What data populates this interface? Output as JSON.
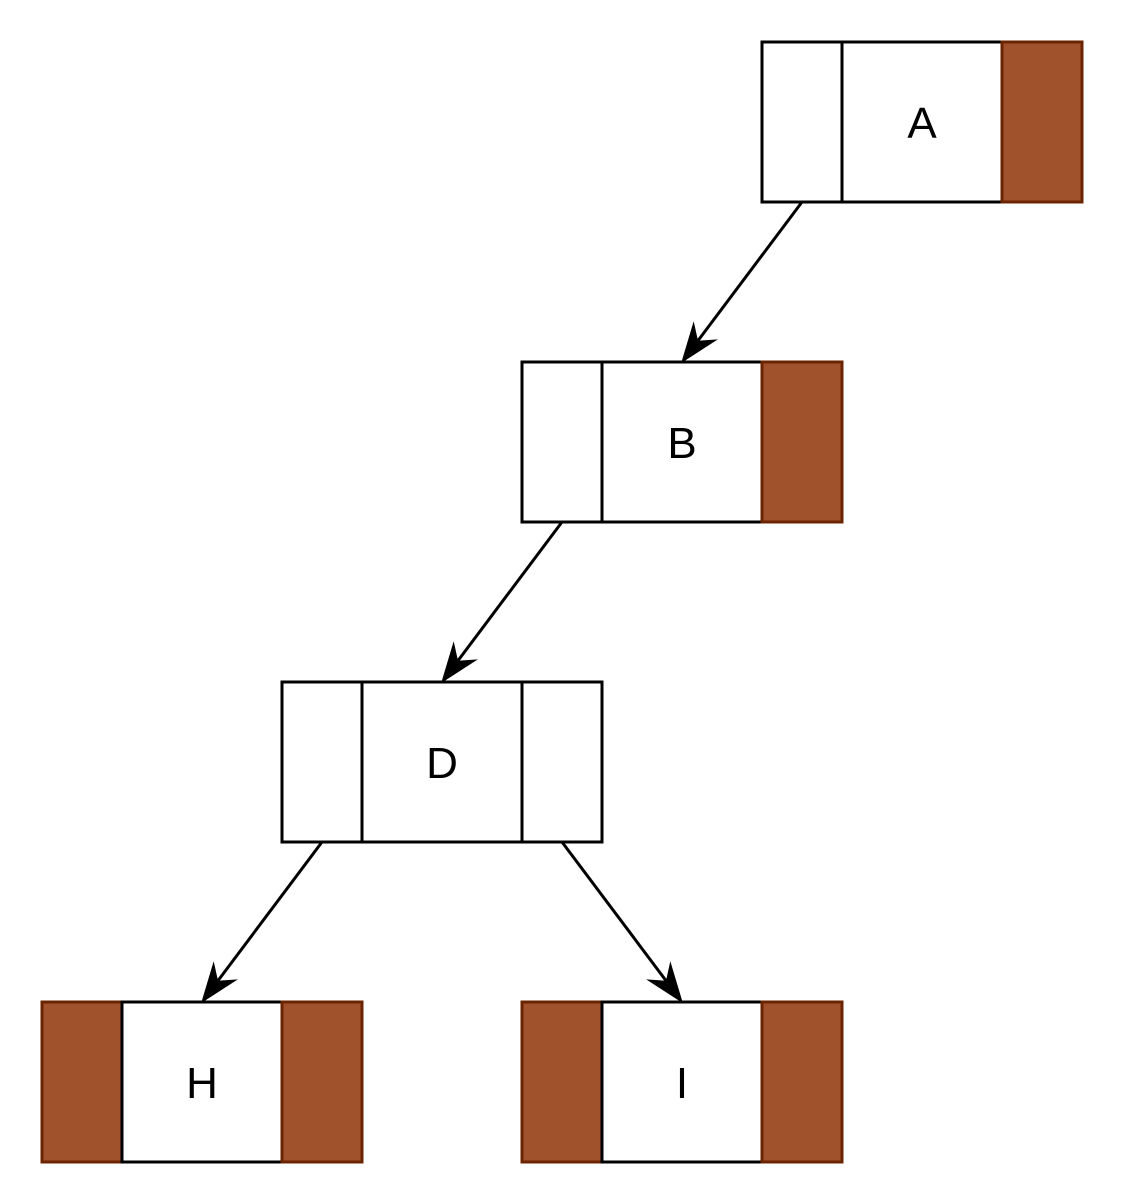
{
  "colors": {
    "null_fill": "#a0522d",
    "null_stroke": "#6b2400",
    "empty_fill": "#ffffff",
    "node_stroke": "#000000",
    "edge": "#000000"
  },
  "nodes": [
    {
      "id": "A",
      "label": "A",
      "left": "empty",
      "right": "null"
    },
    {
      "id": "B",
      "label": "B",
      "left": "empty",
      "right": "null"
    },
    {
      "id": "D",
      "label": "D",
      "left": "empty",
      "right": "empty"
    },
    {
      "id": "H",
      "label": "H",
      "left": "null",
      "right": "null"
    },
    {
      "id": "I",
      "label": "I",
      "left": "null",
      "right": "null"
    }
  ],
  "edges": [
    {
      "from": "A",
      "to": "B"
    },
    {
      "from": "B",
      "to": "D"
    },
    {
      "from": "D",
      "to": "H"
    },
    {
      "from": "D",
      "to": "I"
    }
  ]
}
